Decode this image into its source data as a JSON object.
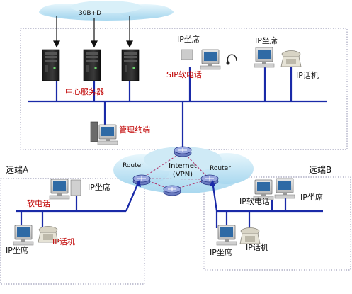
{
  "cloud_top": "30B+D",
  "center": {
    "servers_label": "中心服务器",
    "mgmt_label": "管理终端",
    "ip_seat_1": "IP坐席",
    "sip_softphone": "SIP软电话",
    "ip_seat_2": "IP坐席",
    "ip_phone": "IP话机"
  },
  "internet": {
    "router_left": "Router",
    "router_right": "Router",
    "title": "Internet",
    "subtitle": "(VPN)"
  },
  "remote_a": {
    "title": "远端A",
    "ip_seat_top": "IP坐席",
    "softphone": "软电话",
    "ip_seat_bottom": "IP坐席",
    "ip_phone": "IP话机"
  },
  "remote_b": {
    "title": "远端B",
    "ip_seat_top": "IP坐席",
    "softphone": "IP软电话",
    "ip_seat_bottom": "IP坐席",
    "ip_phone": "IP话机"
  },
  "colors": {
    "lan_line": "#1a2aa8",
    "label_red": "#c00000",
    "dotted_border": "#8888aa",
    "cloud": "#bfe4f5"
  }
}
